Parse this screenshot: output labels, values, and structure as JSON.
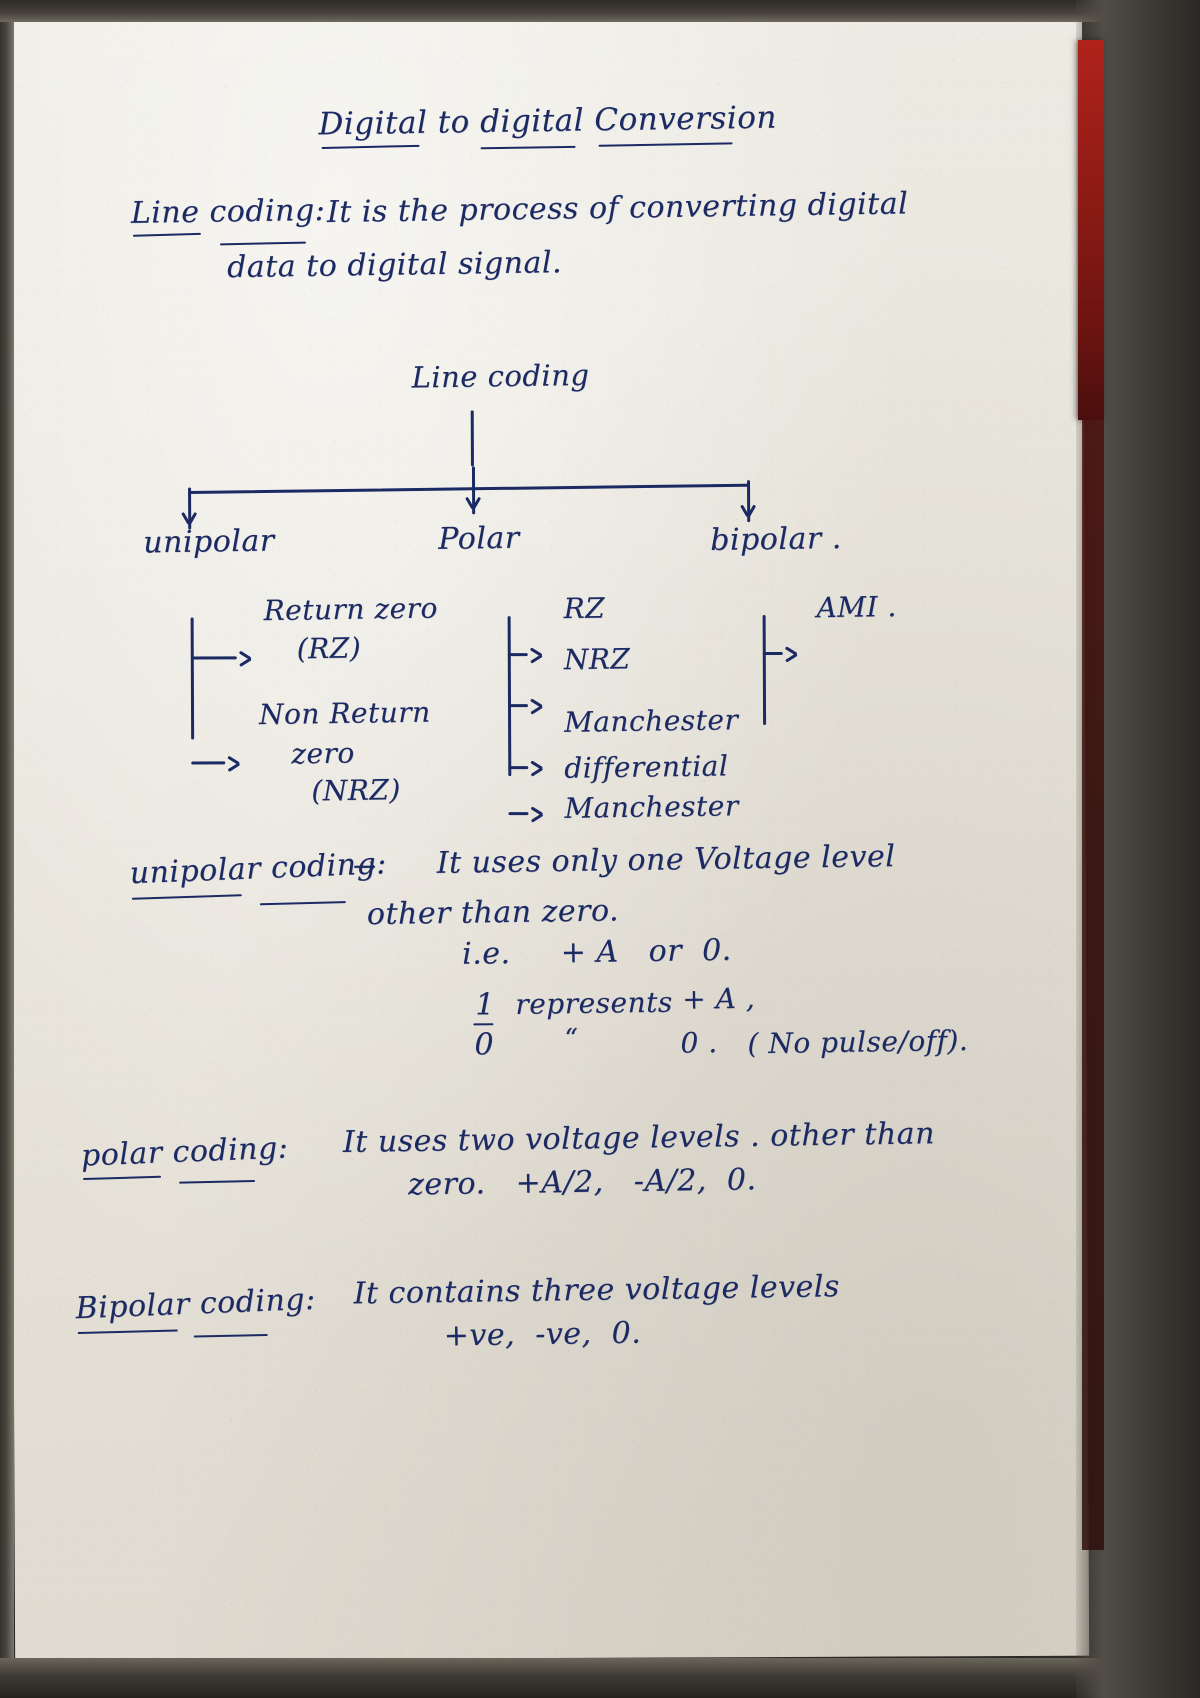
{
  "document": {
    "title": "Digital to digital Conversion",
    "title_underlined_words": [
      "Digital",
      "digital",
      "Conversion"
    ],
    "medium": "handwritten ink note on paper",
    "ink_color": "#1c2a63",
    "paper_color": "#e9e6dd"
  },
  "definition": {
    "term": "Line coding:",
    "term_underlined": true,
    "line1": "It is the process of converting digital",
    "line2": "data to digital signal."
  },
  "diagram": {
    "root_label": "Line coding",
    "branches": [
      {
        "label": "unipolar",
        "children": [
          {
            "line1": "Return zero",
            "line2": "(RZ)"
          },
          {
            "line1": "Non Return",
            "line2": "zero",
            "line3": "(NRZ)"
          }
        ]
      },
      {
        "label": "Polar",
        "children": [
          {
            "line1": "RZ"
          },
          {
            "line1": "NRZ"
          },
          {
            "line1": "Manchester"
          },
          {
            "line1": "differential",
            "line2": "Manchester"
          }
        ]
      },
      {
        "label": "bipolar .",
        "children": [
          {
            "line1": "AMI ."
          }
        ]
      }
    ]
  },
  "sections": [
    {
      "heading": "unipolar coding:",
      "heading_underlined": true,
      "arrow": "→",
      "lines": [
        "It uses only one Voltage level",
        "other than zero.",
        "i.e.     + A   or  0."
      ],
      "table": [
        {
          "bit": "1",
          "verb": "represents",
          "value": "+ A ,",
          "note": ""
        },
        {
          "bit": "0",
          "verb": "“",
          "value": "0 .",
          "note": "( No pulse/off)."
        }
      ]
    },
    {
      "heading": "polar coding:",
      "heading_underlined": true,
      "lines": [
        "It uses two voltage levels . other than",
        "zero.   +A/2,   -A/2,  0."
      ]
    },
    {
      "heading": "Bipolar coding:",
      "heading_underlined": true,
      "lines": [
        "It contains three voltage levels",
        "+ve,  -ve,  0."
      ]
    }
  ],
  "polar_values": {
    "positive": "+A/2,",
    "negative": "-A/2,",
    "zero": "0."
  },
  "bipolar_values": {
    "positive": "+ve,",
    "negative": "-ve,",
    "zero": "0."
  }
}
